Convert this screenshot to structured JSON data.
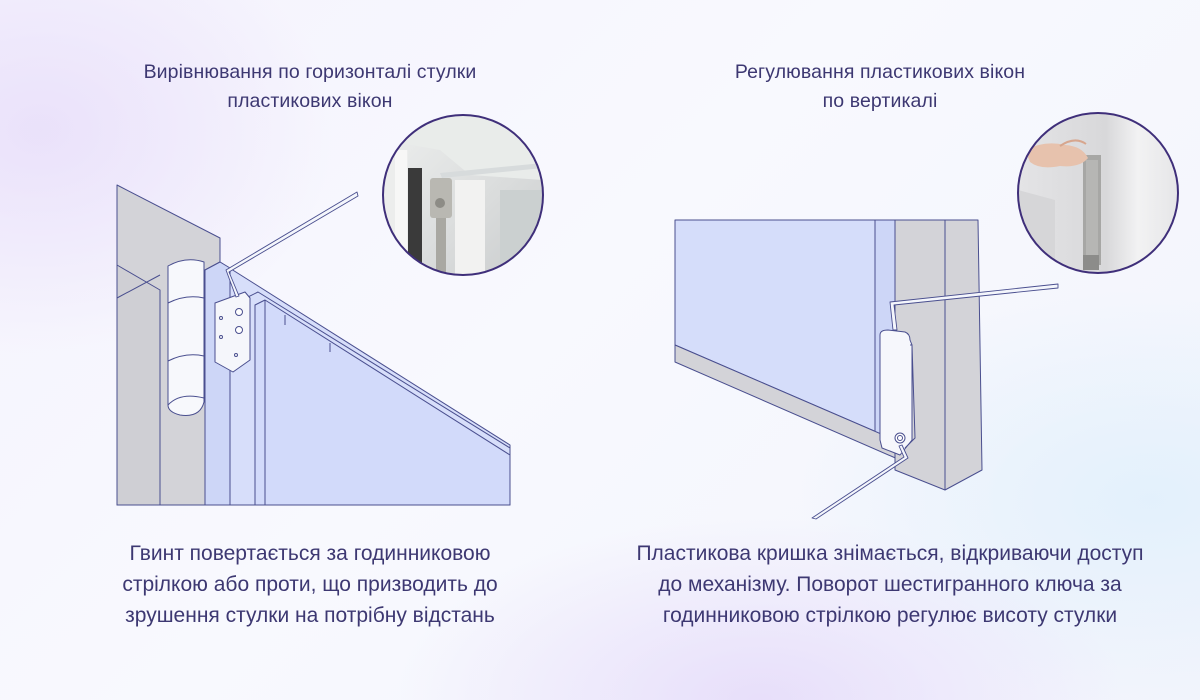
{
  "left_panel": {
    "title_lines": [
      "Вирівнювання по горизонталі стулки",
      "пластикових вікон"
    ],
    "description_lines": [
      "Гвинт повертається за годинниковою",
      "стрілкою або проти, що призводить до",
      "зрушення стулки на потрібну відстань"
    ],
    "illustration": "hinge-top-horizontal-adjustment",
    "inset_photo": "hinge-closeup-photo"
  },
  "right_panel": {
    "title_lines": [
      "Регулювання пластикових вікон",
      "по вертикалі"
    ],
    "description_lines": [
      "Пластикова кришка знімається, відкриваючи доступ",
      "до механізму. Поворот шестигранного ключа за",
      "годинниковою стрілкою регулює висоту стулки"
    ],
    "illustration": "hinge-bottom-vertical-adjustment",
    "inset_photo": "hex-key-in-hinge-photo"
  },
  "colors": {
    "text": "#3d3872",
    "line": "#4a4f8f",
    "glass": "#d4dcfa",
    "frame_gray": "#d3d3d8",
    "circle_border": "#3f2f7a"
  }
}
